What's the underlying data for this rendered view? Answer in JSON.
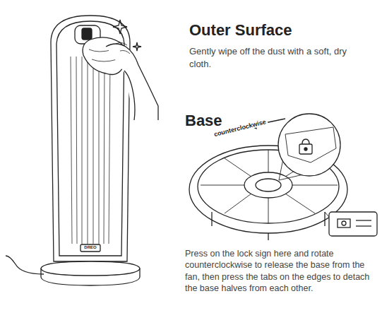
{
  "diagram": {
    "labels": [
      "Outer Surface",
      "Gently wipe off the dust with a soft, dry cloth.",
      "Base",
      "counterclockwise",
      "Press on the lock sign here and rotate counterclockwise to release the base from the fan, then press the tabs on the edges to detach the base halves from each other.",
      "DREO"
    ]
  }
}
